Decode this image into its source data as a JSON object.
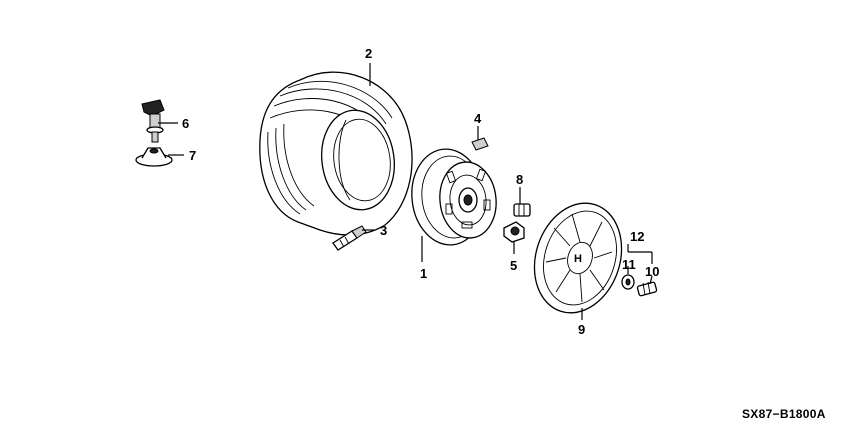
{
  "callouts": {
    "c1": "1",
    "c2": "2",
    "c3": "3",
    "c4": "4",
    "c5": "5",
    "c6": "6",
    "c7": "7",
    "c8": "8",
    "c9": "9",
    "c10": "10",
    "c11": "11",
    "c12": "12"
  },
  "diagram_code": "SX87−B1800A"
}
